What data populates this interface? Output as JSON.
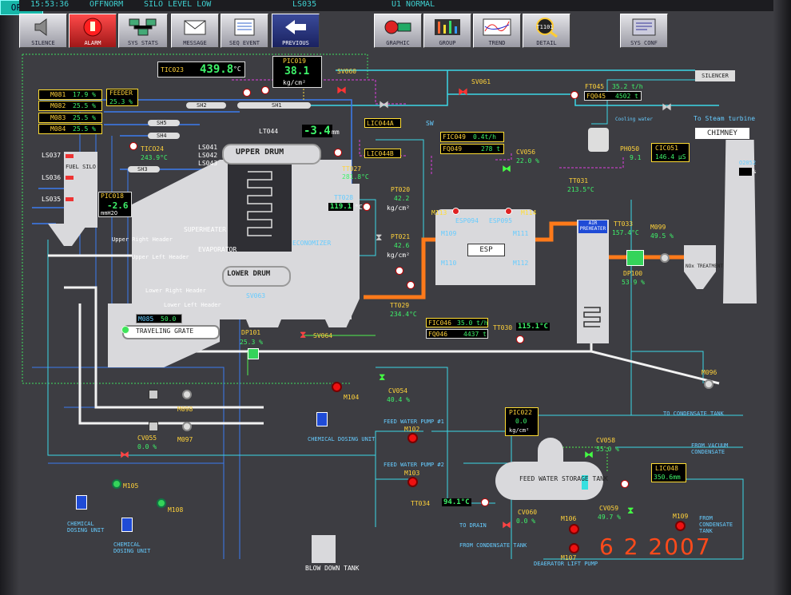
{
  "header": {
    "time": "15:53:36",
    "status": "OFFNORM",
    "message": "SILO LEVEL LOW",
    "tag": "LS035",
    "unit": "U1 NORMAL",
    "mode": "OPER"
  },
  "toolbar": {
    "silence": "SILENCE",
    "alarm": "ALARM",
    "sys_stats": "SYS STATS",
    "message": "MESSAGE",
    "seq_event": "SEQ EVENT",
    "previous": "PREVIOUS",
    "graphic": "GRAPHIC",
    "group": "GROUP",
    "trend": "TREND",
    "detail": "DETAIL",
    "sys_conf": "SYS CONF",
    "detail_badge": "T1101"
  },
  "tags": {
    "tic023": {
      "label": "TIC023",
      "value": "439.8",
      "unit": "°C"
    },
    "pic019": {
      "label": "PIC019",
      "value": "38.1",
      "unit": "kg/cm²"
    },
    "m081": {
      "label": "M081",
      "value": "17.9 %"
    },
    "m082": {
      "label": "M082",
      "value": "25.5 %"
    },
    "m083": {
      "label": "M083",
      "value": "25.5 %"
    },
    "m084": {
      "label": "M084",
      "value": "25.5 %"
    },
    "feeder": {
      "label": "FEEDER",
      "value": "25.3 %"
    },
    "tico24": {
      "label": "TICO24",
      "value": "243.9°C"
    },
    "pic018": {
      "label": "PIC018",
      "value": "-2.6",
      "unit": "mmH2O"
    },
    "lt044": {
      "label": "LT044",
      "value": "-3.4",
      "unit": "mm"
    },
    "tt027": {
      "label": "TT027",
      "value": "281.8°C"
    },
    "tt028": {
      "label": "TT028",
      "value": "119.1",
      "unit": "°C"
    },
    "pt020": {
      "label": "PT020",
      "value": "42.2",
      "unit": "kg/cm²"
    },
    "pt021": {
      "label": "PT021",
      "value": "42.6",
      "unit": "kg/cm²"
    },
    "tt029": {
      "label": "TT029",
      "value": "234.4°C"
    },
    "ft045": {
      "label": "FT045",
      "value": "35.2 t/h"
    },
    "fq045": {
      "label": "FQ045",
      "value": "4502 t"
    },
    "fic049": {
      "label": "FIC049",
      "value": "0.4t/h"
    },
    "fq049": {
      "label": "FQ049",
      "value": "278 t"
    },
    "cv056": {
      "label": "CV056",
      "value": "22.0 %"
    },
    "ph050": {
      "label": "PH050",
      "value": "9.1"
    },
    "cic051": {
      "label": "CIC051",
      "value": "146.4 μS"
    },
    "tt031": {
      "label": "TT031",
      "value": "213.5°C"
    },
    "tt033": {
      "label": "TT033",
      "value": "157.4°C"
    },
    "m099": {
      "label": "M099",
      "value": "49.5 %"
    },
    "dp100": {
      "label": "DP100",
      "value": "53.9 %"
    },
    "fic046": {
      "label": "FIC046",
      "value": "35.0 t/h"
    },
    "fq046": {
      "label": "FQ046",
      "value": "4437 t"
    },
    "tt030": {
      "label": "TT030",
      "value": "115.1°C"
    },
    "m085": {
      "label": "M085",
      "value": "50.0"
    },
    "dp101": {
      "label": "DP101",
      "value": "25.3 %"
    },
    "cv054": {
      "label": "CV054",
      "value": "40.4 %"
    },
    "cv055": {
      "label": "CV055",
      "value": "0.0 %"
    },
    "pic022": {
      "label": "PIC022",
      "value": "0.0",
      "unit": "kg/cm²"
    },
    "cv058": {
      "label": "CV058",
      "value": "55.0 %"
    },
    "lic048": {
      "label": "LIC048",
      "value": "350.6mm"
    },
    "tt034": {
      "label": "TT034",
      "value": "94.1°C"
    },
    "cv060": {
      "label": "CV060",
      "value": "0.0 %"
    },
    "cv059": {
      "label": "CV059",
      "value": "49.7 %"
    },
    "o2052": {
      "label": "O2052",
      "value": "%"
    }
  },
  "labels": {
    "sv060": "SV060",
    "sv061": "SV061",
    "sh1": "SH1",
    "sh2": "SH2",
    "sh3": "SH3",
    "sh4": "SH4",
    "sh5": "SH5",
    "lic044a": "LIC044A",
    "lic044b": "LIC044B",
    "sw": "SW",
    "silencer": "SILENCER",
    "to_turbine": "To Steam turbine",
    "cooling": "Cooling water",
    "chimney": "CHIMNEY",
    "ls037": "LS037",
    "ls036": "LS036",
    "ls035": "LS035",
    "fuel_silo": "FUEL SILO",
    "ls041": "LS041",
    "ls042": "LS042",
    "ls043": "LS043",
    "upper_drum": "UPPER DRUM",
    "superheater": "SUPERHEATER",
    "evaporator": "EVAPORATOR",
    "economizer": "ECONOMIZER",
    "lower_drum": "LOWER DRUM",
    "urh": "Upper Right Header",
    "ulh": "Upper Left Header",
    "lrh": "Lower Right Header",
    "llh": "Lower Left Header",
    "traveling_grate": "TRAVELING GRATE",
    "sv063": "SV063",
    "sv064": "SV064",
    "m113": "M113",
    "m114": "M114",
    "esp094": "ESP094",
    "esp095": "ESP095",
    "m109": "M109",
    "m111": "M111",
    "m110": "M110",
    "m112": "M112",
    "esp": "ESP",
    "air_preheater": "AIR PREHEATER",
    "nox": "NOx TREATMENT",
    "m096": "M096",
    "m098": "M098",
    "m097": "M097",
    "m104": "M104",
    "chem1": "CHEMICAL DOSING UNIT",
    "feed_pump1": "FEED WATER PUMP #1",
    "m102": "M102",
    "feed_pump2": "FEED WATER PUMP #2",
    "m103": "M103",
    "to_condensate": "TO CONDENSATE TANK",
    "from_vacuum": "FROM VACUUM CONDENSATE",
    "storage_tank": "FEED WATER STORAGE TANK",
    "m105": "M105",
    "m108": "M108",
    "chem2": "CHEMICAL DOSING UNIT",
    "chem3": "CHEMICAL DOSING UNIT",
    "to_drain": "TO DRAIN",
    "m106": "M106",
    "m107": "M107",
    "from_condensate_tank": "FROM CONDENSATE TANK",
    "deaerator": "DEAERATOR LIFT PUMP",
    "m109b": "M109",
    "from_condensate_r": "FROM CONDENSATE TANK",
    "blow_down": "BLOW DOWN TANK"
  },
  "date_stamp": "6  2 2007",
  "colors": {
    "pipe_blue": "#3c7cf0",
    "pipe_cyan": "#3cd6e6",
    "pipe_white": "#f2f2f2",
    "pipe_orange": "#ff7a1a",
    "pipe_green": "#4ff04f",
    "pipe_magenta": "#e040e0",
    "pipe_yellow": "#ffe040"
  }
}
